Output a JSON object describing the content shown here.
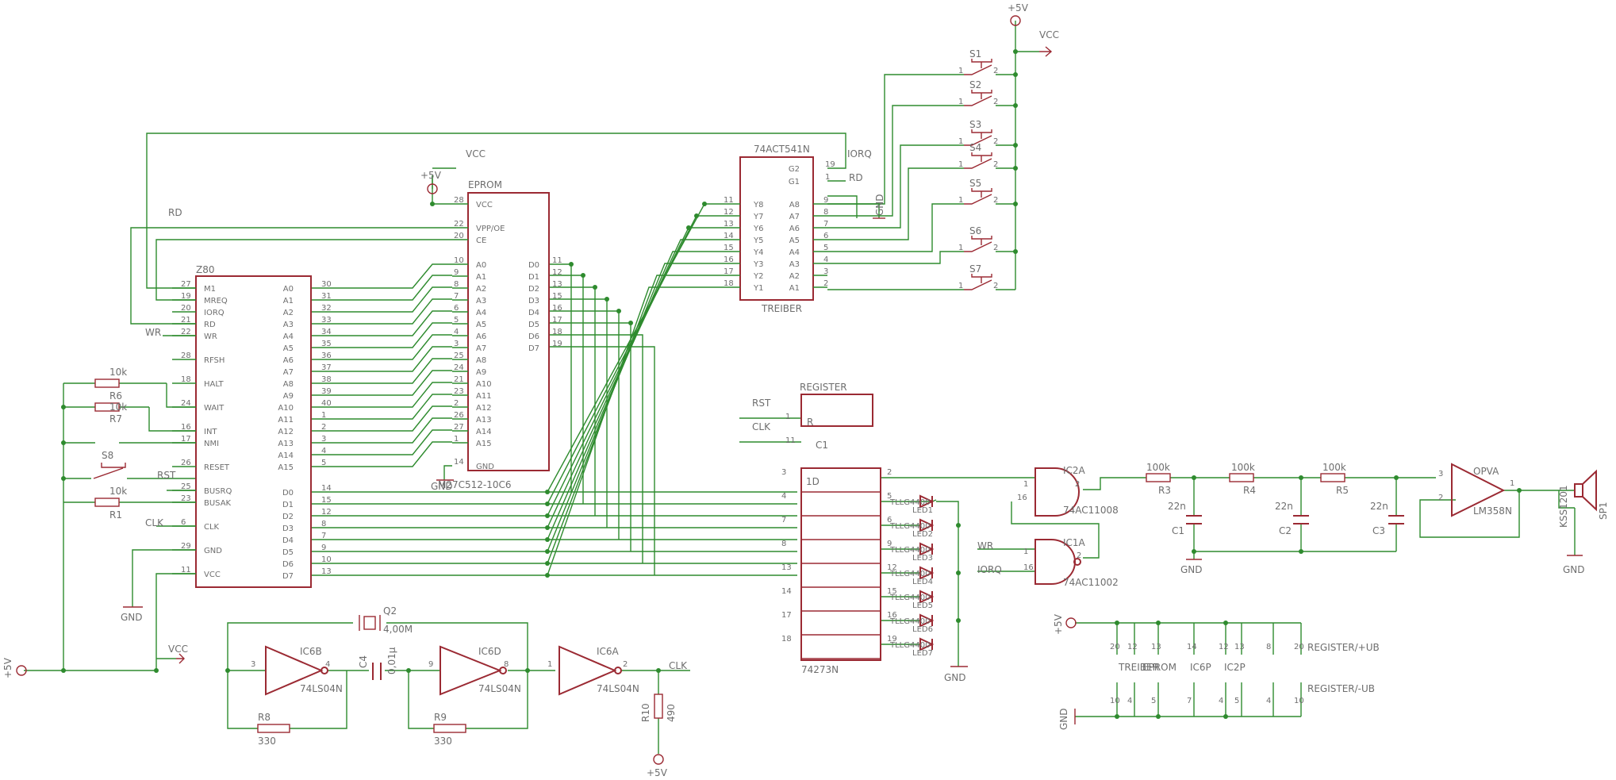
{
  "power": {
    "p5v": "+5V",
    "vcc": "VCC",
    "gnd": "GND"
  },
  "z80": {
    "name": "Z80",
    "left_pins": [
      [
        "27",
        "M1"
      ],
      [
        "19",
        "MREQ"
      ],
      [
        "20",
        "IORQ"
      ],
      [
        "21",
        "RD"
      ],
      [
        "22",
        "WR"
      ],
      [
        "28",
        "RFSH"
      ],
      [
        "18",
        "HALT"
      ],
      [
        "24",
        "WAIT"
      ],
      [
        "16",
        "INT"
      ],
      [
        "17",
        "NMI"
      ],
      [
        "26",
        "RESET"
      ],
      [
        "25",
        "BUSRQ"
      ],
      [
        "23",
        "BUSAK"
      ],
      [
        "6",
        "CLK"
      ],
      [
        "29",
        "GND"
      ],
      [
        "11",
        "VCC"
      ]
    ],
    "addr_pins": [
      [
        "30",
        "A0"
      ],
      [
        "31",
        "A1"
      ],
      [
        "32",
        "A2"
      ],
      [
        "33",
        "A3"
      ],
      [
        "34",
        "A4"
      ],
      [
        "35",
        "A5"
      ],
      [
        "36",
        "A6"
      ],
      [
        "37",
        "A7"
      ],
      [
        "38",
        "A8"
      ],
      [
        "39",
        "A9"
      ],
      [
        "40",
        "A10"
      ],
      [
        "1",
        "A11"
      ],
      [
        "2",
        "A12"
      ],
      [
        "3",
        "A13"
      ],
      [
        "4",
        "A14"
      ],
      [
        "5",
        "A15"
      ]
    ],
    "data_pins": [
      [
        "14",
        "D0"
      ],
      [
        "15",
        "D1"
      ],
      [
        "12",
        "D2"
      ],
      [
        "8",
        "D3"
      ],
      [
        "7",
        "D4"
      ],
      [
        "9",
        "D5"
      ],
      [
        "10",
        "D6"
      ],
      [
        "13",
        "D7"
      ]
    ]
  },
  "eprom": {
    "name": "EPROM",
    "part": "M27C512-10C6",
    "top_pins": [
      [
        "28",
        "VCC"
      ],
      [
        "22",
        "VPP/OE"
      ],
      [
        "20",
        "CE"
      ]
    ],
    "addr_pins": [
      [
        "10",
        "A0"
      ],
      [
        "9",
        "A1"
      ],
      [
        "8",
        "A2"
      ],
      [
        "7",
        "A3"
      ],
      [
        "6",
        "A4"
      ],
      [
        "5",
        "A5"
      ],
      [
        "4",
        "A6"
      ],
      [
        "3",
        "A7"
      ],
      [
        "25",
        "A8"
      ],
      [
        "24",
        "A9"
      ],
      [
        "21",
        "A10"
      ],
      [
        "23",
        "A11"
      ],
      [
        "2",
        "A12"
      ],
      [
        "26",
        "A13"
      ],
      [
        "27",
        "A14"
      ],
      [
        "1",
        "A15"
      ]
    ],
    "gnd_pin": [
      "14",
      "GND"
    ],
    "data_pins": [
      [
        "11",
        "D0"
      ],
      [
        "12",
        "D1"
      ],
      [
        "13",
        "D2"
      ],
      [
        "15",
        "D3"
      ],
      [
        "16",
        "D4"
      ],
      [
        "17",
        "D5"
      ],
      [
        "18",
        "D6"
      ],
      [
        "19",
        "D7"
      ]
    ]
  },
  "buffer": {
    "name": "74ACT541N",
    "label": "TREIBER",
    "gate_pins": [
      [
        "19",
        "G2"
      ],
      [
        "1",
        "G1"
      ]
    ],
    "y_pins": [
      [
        "11",
        "Y8"
      ],
      [
        "12",
        "Y7"
      ],
      [
        "13",
        "Y6"
      ],
      [
        "14",
        "Y5"
      ],
      [
        "15",
        "Y4"
      ],
      [
        "16",
        "Y3"
      ],
      [
        "17",
        "Y2"
      ],
      [
        "18",
        "Y1"
      ]
    ],
    "a_pins": [
      [
        "9",
        "A8"
      ],
      [
        "8",
        "A7"
      ],
      [
        "7",
        "A6"
      ],
      [
        "6",
        "A5"
      ],
      [
        "5",
        "A4"
      ],
      [
        "4",
        "A3"
      ],
      [
        "3",
        "A2"
      ],
      [
        "2",
        "A1"
      ]
    ]
  },
  "register": {
    "name": "REGISTER",
    "part": "74273N",
    "reset": "R",
    "clock": "C1",
    "d_label": "1D",
    "in_pins": [
      "3",
      "4",
      "7",
      "8",
      "13",
      "14",
      "17",
      "18"
    ],
    "out_pins": [
      "2",
      "5",
      "6",
      "9",
      "12",
      "15",
      "16",
      "19"
    ]
  },
  "switches": [
    "S1",
    "S2",
    "S3",
    "S4",
    "S5",
    "S6",
    "S7"
  ],
  "leds": [
    "TLLG4400",
    "TLLG4400",
    "TLLG4400",
    "TLLG4400",
    "TLLG4400",
    "TLLG4400",
    "TLLG4400"
  ],
  "led_refs": [
    "LED1",
    "LED2",
    "LED3",
    "LED4",
    "LED5",
    "LED6",
    "LED7"
  ],
  "resistors": [
    {
      "ref": "R6",
      "value": "10k"
    },
    {
      "ref": "R7",
      "value": "10k"
    },
    {
      "ref": "R1",
      "value": "10k"
    },
    {
      "ref": "R3",
      "value": "100k"
    },
    {
      "ref": "R4",
      "value": "100k"
    },
    {
      "ref": "R5",
      "value": "100k"
    },
    {
      "ref": "R8",
      "value": "330"
    },
    {
      "ref": "R9",
      "value": "330"
    },
    {
      "ref": "R10",
      "value": "490"
    }
  ],
  "caps": [
    {
      "ref": "C1",
      "value": "22n"
    },
    {
      "ref": "C2",
      "value": "22n"
    },
    {
      "ref": "C3",
      "value": "22n"
    },
    {
      "ref": "C4",
      "value": "0,01µ"
    }
  ],
  "crystal": {
    "ref": "Q2",
    "value": "4,00M"
  },
  "gates": {
    "ic2a": {
      "ref": "IC2A",
      "part": "74AC11008"
    },
    "ic1a": {
      "ref": "IC1A",
      "part": "74AC11002"
    },
    "ic6b": {
      "ref": "IC6B",
      "part": "74LS04N"
    },
    "ic6d": {
      "ref": "IC6D",
      "part": "74LS04N"
    },
    "ic6a": {
      "ref": "IC6A",
      "part": "74LS04N"
    }
  },
  "opamp": {
    "ref": "OPVA",
    "part": "LM358N"
  },
  "speaker": {
    "ref": "SP1",
    "part": "KSS1201"
  },
  "signals": {
    "rd": "RD",
    "wr": "WR",
    "iorq": "IORQ",
    "rst": "RST",
    "clk": "CLK"
  },
  "reset_switch": "S8",
  "power_block": {
    "labels": [
      "TREIBER",
      "EPROM",
      "IC6P",
      "IC2P"
    ],
    "plus": "REGISTER/+UB",
    "minus": "REGISTER/-UB"
  }
}
